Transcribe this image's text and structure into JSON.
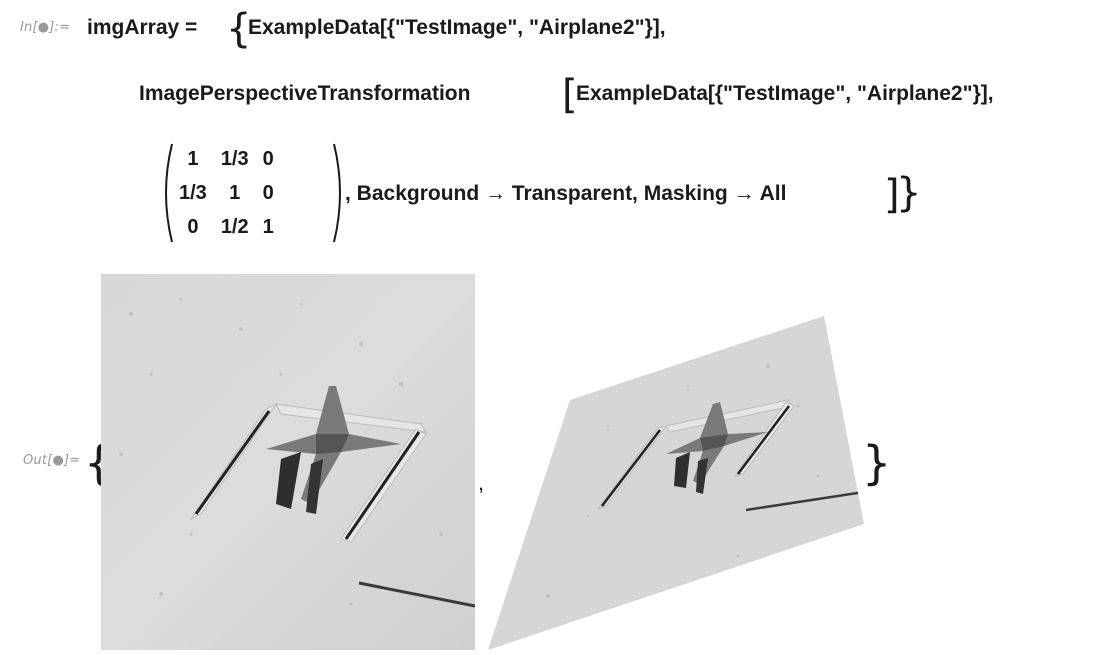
{
  "input": {
    "prompt": "In[●]:=",
    "line1_prefix": "imgArray = ",
    "line1_body": "ExampleData[{\"TestImage\", \"Airplane2\"}],",
    "line2_func": "ImagePerspectiveTransformation",
    "line2_body": "ExampleData[{\"TestImage\", \"Airplane2\"}],",
    "matrix": [
      [
        "1",
        "1/3",
        "0"
      ],
      [
        "1/3",
        "1",
        "0"
      ],
      [
        "0",
        "1/2",
        "1"
      ]
    ],
    "line3_options": ", Background → Transparent, Masking → All"
  },
  "output": {
    "prompt": "Out[●]=",
    "separator": ","
  },
  "colors": {
    "sand": "#d9d9d9",
    "shadow": "#3a3a3a",
    "prompt_gray": "#9a9a9a",
    "text": "#1a1a1a"
  },
  "icons": {
    "original_image": "airplane-test-image",
    "transformed_image": "perspective-transformed-image"
  }
}
